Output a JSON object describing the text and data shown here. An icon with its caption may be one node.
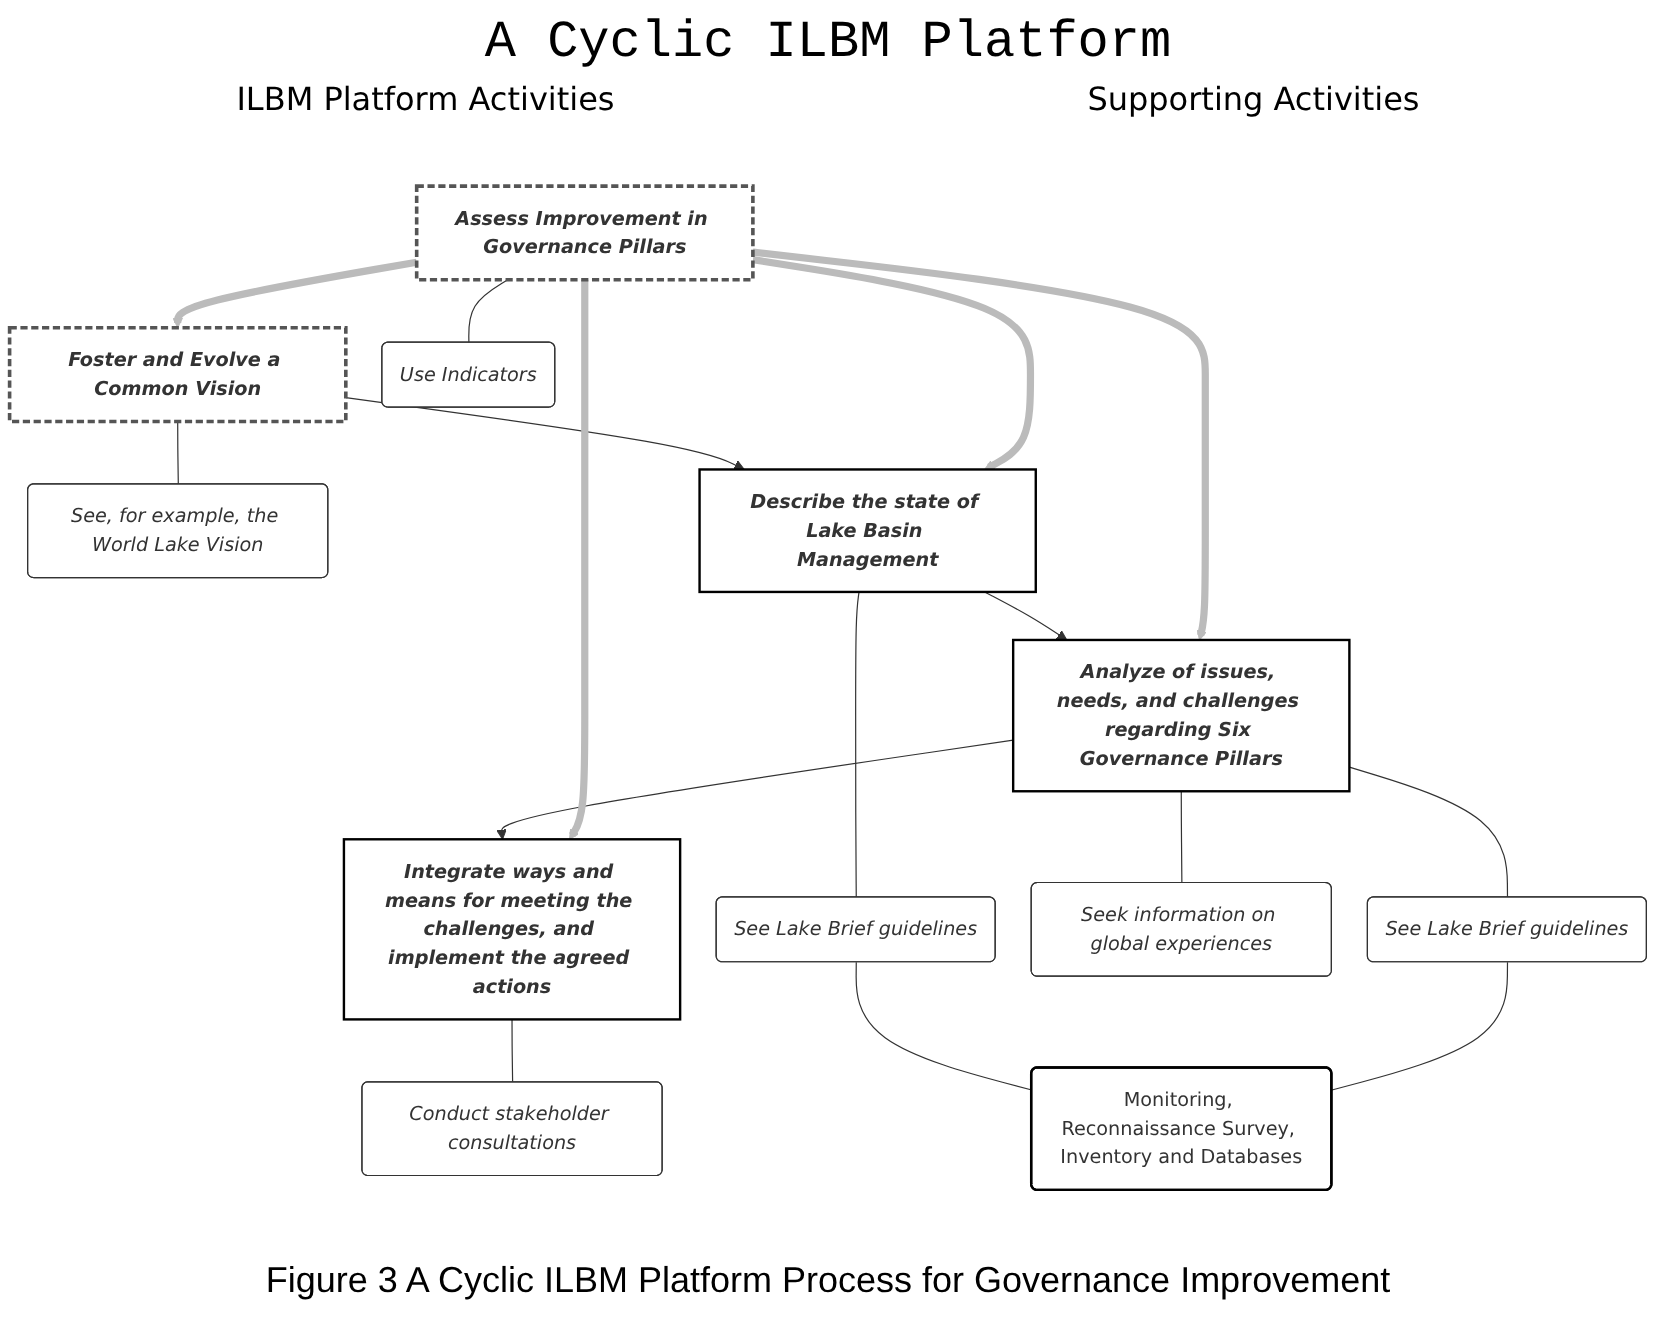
{
  "diagram": {
    "title": "A Cyclic ILBM Platform",
    "caption": "Figure 3 A Cyclic ILBM Platform Process for Governance Improvement",
    "nodes": [
      {
        "text": [
          "Foster and Evolve a Common Vision"
        ]
      },
      {
        "text": [
          "See, for example, the World Lake Vision"
        ]
      },
      {
        "text": [
          "Describe the state of Lake Basin Management"
        ]
      },
      {
        "text": [
          "See Lake Brief guidelines"
        ]
      },
      {
        "text": [
          "Analyze of issues, needs, and challenges regarding Six Governance Pillars"
        ]
      },
      {
        "text": [
          "See Lake Brief guidelines"
        ]
      },
      {
        "text": [
          "Seek information on global experiences"
        ]
      },
      {
        "text": [
          "Integrate ways and means for meeting the challenges, and implement the agreed actions"
        ]
      },
      {
        "text": [
          "Conduct stakeholder consultations"
        ]
      },
      {
        "text": [
          "Assess Improvement in Governance Pillars"
        ]
      },
      {
        "text": [
          "Use Indicators"
        ]
      },
      {
        "text": [
          "Monitoring, Reconnaissance Survey, Inventory and Databases"
        ]
      }
    ],
    "edges": [
      {
        "from": 0,
        "to": 2,
        "arrow": "to"
      },
      {
        "from": 2,
        "to": 4,
        "arrow": "to"
      },
      {
        "from": 4,
        "to": 7,
        "arrow": "to"
      },
      {
        "from": 9,
        "to": 0,
        "arrow": "to",
        "style": "thick",
        "color": "#bbbbbb"
      },
      {
        "from": 9,
        "to": 2,
        "arrow": "to",
        "style": "thick",
        "color": "#bbbbbb"
      },
      {
        "from": 9,
        "to": 4,
        "arrow": "to",
        "style": "thick",
        "color": "#bbbbbb"
      },
      {
        "from": 9,
        "to": 7,
        "arrow": "to",
        "style": "thick",
        "color": "#bbbbbb"
      },
      {
        "from": 0,
        "to": 1,
        "arrow": "none"
      },
      {
        "from": 2,
        "to": 3,
        "arrow": "none"
      },
      {
        "from": 4,
        "to": 5,
        "arrow": "none"
      },
      {
        "from": 4,
        "to": 6,
        "arrow": "none"
      },
      {
        "from": 7,
        "to": 8,
        "arrow": "none"
      },
      {
        "from": 9,
        "to": 10,
        "arrow": "none"
      },
      {
        "from": 3,
        "to": 11,
        "arrow": "none"
      },
      {
        "from": 5,
        "to": 11,
        "arrow": "none"
      }
    ],
    "labels": [
      "ILBM Platform Activities",
      "Supporting Activities"
    ]
  }
}
